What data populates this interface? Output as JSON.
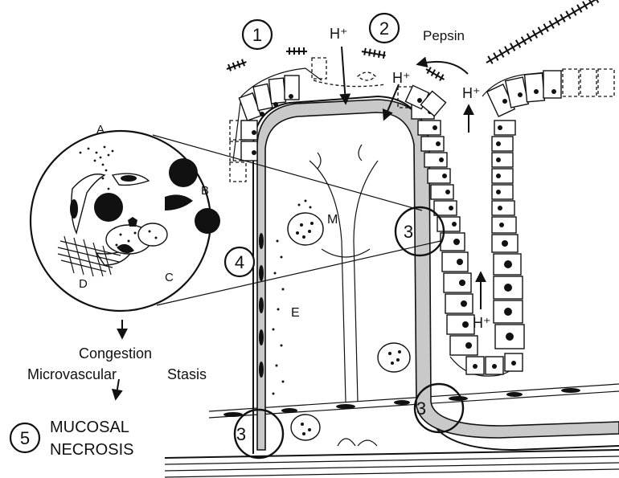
{
  "labels": {
    "step1": "1",
    "step2": "2",
    "step3a": "3",
    "step3b": "3",
    "step3c": "3",
    "step4": "4",
    "step5": "5",
    "hplus_top": "H⁺",
    "hplus_mid": "H⁺",
    "hplus_right": "H⁺",
    "hplus_low": "H⁺",
    "pepsin": "Pepsin",
    "inset_a": "A",
    "inset_b": "B",
    "inset_c": "C",
    "inset_d": "D",
    "label_m": "M",
    "label_e": "E",
    "congestion": "Congestion",
    "microvascular": "Microvascular",
    "stasis": "Stasis",
    "mucosal": "MUCOSAL",
    "necrosis": "NECROSIS"
  }
}
